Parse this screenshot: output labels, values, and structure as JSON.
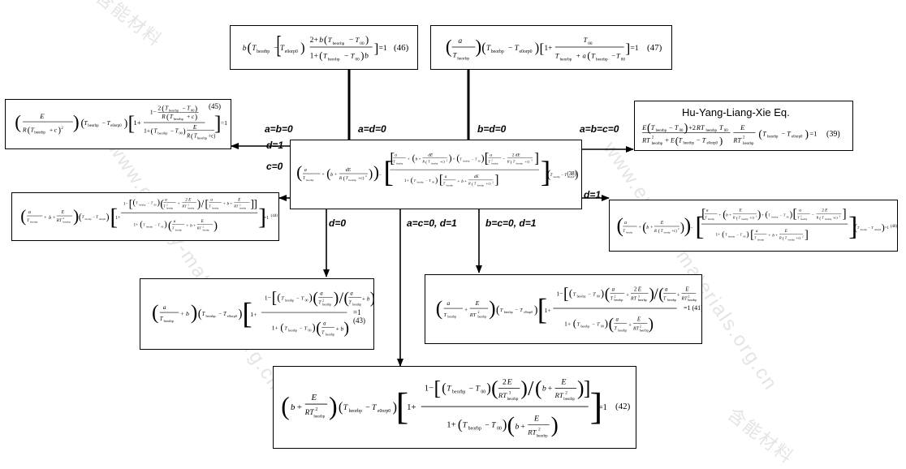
{
  "watermark": {
    "site": "www.energy-materials.org.cn",
    "logo_text": "含能材料"
  },
  "central": {
    "equation": "((a/T_beorbp) + (b + dE/(R(T_beorbp+c)^2))) [1 - ((a/T_beorbp + (b + dE/(R(T_beorbp+c)^2))) + (T_beorbp - T_00)(a/T_beorbp^2 - 2dE/(R(T_beorbp+c)^3)))/(1 + (T_beorbp - T_00)(a/T_beorbp + b + dE/(R(T_beorbp+c)^2)))] (T_beorbp - T_e0orp0) = 1",
    "number": "(38)"
  },
  "equations": {
    "eq46": {
      "number": "(46)",
      "equation": "b(T_beorbp - T_e0orp0)[(2 + b(T_beorbp - T_00))/(1 + (T_beorbp - T_00)b)] = 1"
    },
    "eq47": {
      "number": "(47)",
      "equation": "(a/T_beorbp)(T_beorbp - T_e0orp0)[1 + T_00/(T_beorbp + a(T_beorbp - T_00))] = 1"
    },
    "eq45": {
      "number": "(45)",
      "equation": "(E/(R(T_beorbp + c)^2))(T_beorbp - T_e0orp0)[1 + (1 - 2(T_beorbp - T_00)/(R(T_beorbp + c)))/(1 + (T_beorbp - T_00) E/(R(T_beorbp + c)^2))] = 1"
    },
    "eq39": {
      "number": "(39)",
      "title": "Hu-Yang-Liang-Xie Eq.",
      "equation": "E(T_beorbp - T_00) + 2RT_beorbp T_00 / (RT^2_beorbp + E(T_beorbp - T_e0orp0)) · E/(RT^2_beorbp) (T_beorbp - T_e0orp0) = 1"
    },
    "eq44": {
      "number": "(44)",
      "equation": "(a/T_beorbp + b + E/(RT^2_beorbp))(T_beorbp - T_e0orp0)[1 + (1 - (T_beorbp - T_00)(a/T^2_beorbp + 2E/(RT^3_beorbp))/(a/T_beorbp + b + E/(RT^2_beorbp)))/(1 + (T_beorbp - T_00)(a/T_beorbp + b + E/(RT^2_beorbp)))] = 1"
    },
    "eq40": {
      "number": "(40)",
      "equation": "(a/T_beorbp + (b + E/(R(T_beorbp + c)^2)))[1 - (b + E/(R(T_beorbp + c)^2) + (T_beorbp - T_00)(a/T^2_beorbp - 2E/(R(T_beorbp + c)^3)))/(1 + (T_beorbp - T_00)(a/T_beorbp + b + E/(R(T_beorbp + c)^2)))](T_beorbp - T_e0orp0) = 1"
    },
    "eq43": {
      "number": "(43)",
      "equation": "(a/T_beorbp + b)(T_beorbp - T_e0orp0)[1 + (1 - (T_beorbp - T_00)(a/T^2_beorbp)/(a/T_beorbp + b))/(1 + (T_beorbp - T_00)(a/T_beorbp + b))] = 1"
    },
    "eq41": {
      "number": "(41)",
      "equation": "(a/T_beorbp + E/(RT^2_beorbp))(T_beorbp - T_e0orp0)[1 + (1 - (T_beorbp - T_00)(a/T^2_beorbp + 2E/(RT^3_beorbp))/(a/T_beorbp + E/(RT^2_beorbp)))/(1 + (T_beorbp - T_00)(a/T_beorbp + E/(RT^2_beorbp)))] = 1"
    },
    "eq42": {
      "number": "(42)",
      "equation": "(b + E/(RT^2_beorbp))(T_beorbp - T_e0orp0)[1 + (1 - (T_beorbp - T_00)(2E/(RT^3_beorbp))/(b + E/(RT^2_beorbp)))/(1 + (T_beorbp - T_00)(b + E/(RT^2_beorbp)))] = 1"
    }
  },
  "conditions": {
    "to46": "a=d=0",
    "to47": "b=d=0",
    "to45_a": "a=b=0",
    "to45_b": "d=1",
    "to39": "a=b=c=0",
    "to44": "c=0",
    "to40": "d=1",
    "to43": "d=0",
    "to42": "a=c=0, d=1",
    "to41": "b=c=0, d=1"
  }
}
